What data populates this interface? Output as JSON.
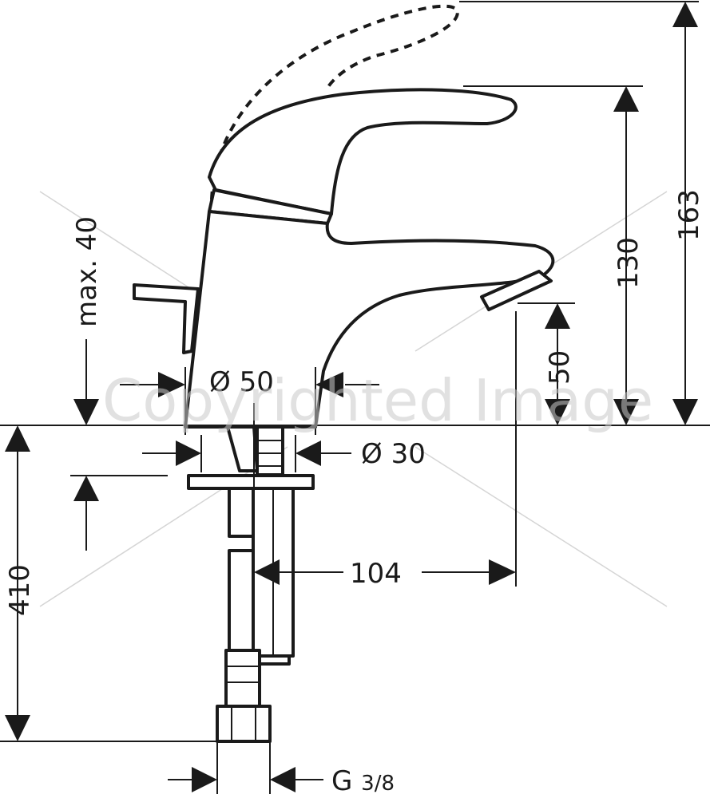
{
  "diagram": {
    "dimensions": {
      "max_depth": "max. 40",
      "base_diameter": "Ø 50",
      "hose_diameter": "Ø 30",
      "spout_clearance": "50",
      "spout_height": "130",
      "total_height": "163",
      "hose_length": "410",
      "spout_reach": "104",
      "connection": "G ",
      "connection_fraction": "3/8"
    },
    "watermark": "Copyrighted Image"
  }
}
